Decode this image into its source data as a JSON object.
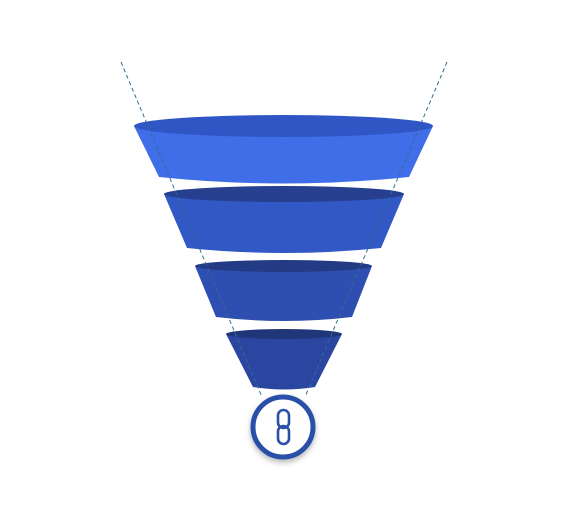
{
  "diagram": {
    "type": "funnel",
    "stage_count": 4,
    "bottom_icon": "link-chain-icon",
    "guide_lines": "dashed"
  },
  "colors": {
    "background": "#ffffff",
    "stage_1": "#3f6ee8",
    "stage_1_top": "#2f56c4",
    "stage_2": "#3158c4",
    "stage_2_top": "#263f8f",
    "stage_3": "#2e4fb1",
    "stage_3_top": "#233b85",
    "stage_4": "#2a46a0",
    "stage_4_top": "#1f3678",
    "icon_ring": "#2c4fa8",
    "guide_line": "#2f6f8f"
  }
}
